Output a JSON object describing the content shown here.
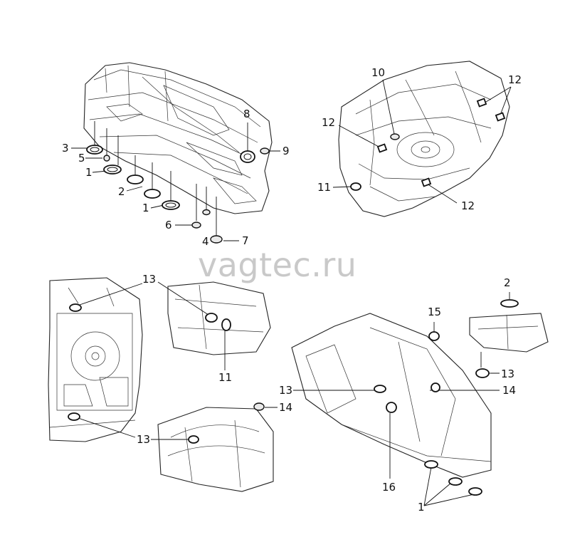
{
  "watermark": "vagtec.ru",
  "callouts": {
    "tl_1a": "1",
    "tl_1b": "1",
    "tl_2": "2",
    "tl_3": "3",
    "tl_4": "4",
    "tl_5": "5",
    "tl_6": "6",
    "tl_7": "7",
    "tl_8": "8",
    "tl_9": "9",
    "tr_10": "10",
    "tr_11": "11",
    "tr_12a": "12",
    "tr_12b": "12",
    "tr_12c": "12",
    "bl_13a": "13",
    "bl_13b": "13",
    "bl_11": "11",
    "bm_14": "14",
    "bm_13": "13",
    "br_2": "2",
    "br_15": "15",
    "br_13a": "13",
    "br_13b": "13",
    "br_14": "14",
    "br_16": "16",
    "br_1": "1"
  }
}
